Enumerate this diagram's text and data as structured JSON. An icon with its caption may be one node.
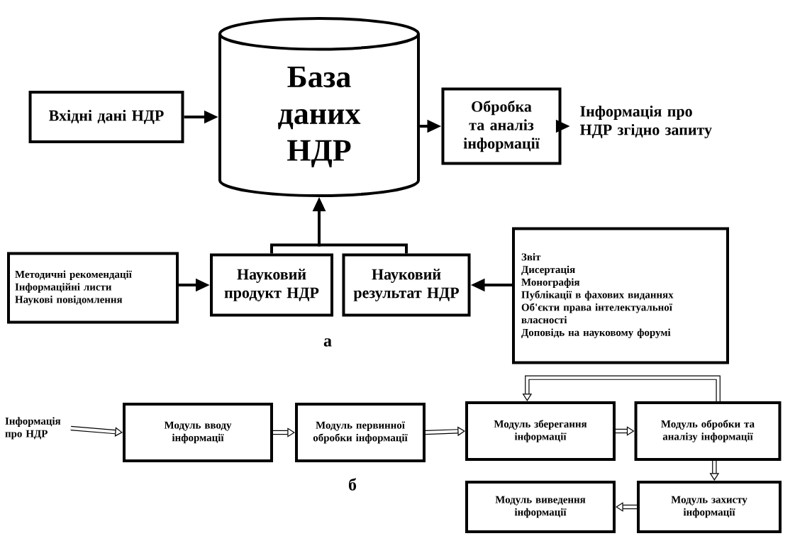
{
  "diagram": {
    "nodes": [
      {
        "text": [
          "Вхідні дані НДР"
        ]
      },
      {
        "text": [
          "База даних НДР"
        ]
      },
      {
        "text": [
          "Обробка та аналіз інформації"
        ]
      },
      {
        "text": [
          "Інформація про НДР згідно запиту"
        ]
      },
      {
        "text": [
          "Методичні рекомендації",
          "Інформаційні листи",
          "Наукові повідомлення"
        ]
      },
      {
        "text": [
          "Науковий продукт НДР"
        ]
      },
      {
        "text": [
          "Науковий результат НДР"
        ]
      },
      {
        "text": [
          "Звіт",
          "Дисертація",
          "Монографія",
          "Публікації в фахових виданнях",
          "Об'єкти права інтелектуальної власності",
          "Доповідь на науковому форумі"
        ]
      },
      {
        "text": [
          "Інформація про НДР"
        ]
      },
      {
        "text": [
          "Модуль вводу інформації"
        ]
      },
      {
        "text": [
          "Модуль первинної обробки інформації"
        ]
      },
      {
        "text": [
          "Модуль зберегання інформації"
        ]
      },
      {
        "text": [
          "Модуль обробки та аналізу інформації"
        ]
      },
      {
        "text": [
          "Модуль захисту інформації"
        ]
      },
      {
        "text": [
          "Модуль виведення інформації"
        ]
      }
    ],
    "edges": [
      {
        "from": 0,
        "to": 1,
        "arrow": "to"
      },
      {
        "from": 1,
        "to": 2,
        "arrow": "to"
      },
      {
        "from": 2,
        "to": 3,
        "arrow": "to"
      },
      {
        "from": 4,
        "to": 5,
        "arrow": "to"
      },
      {
        "from": 7,
        "to": 6,
        "arrow": "to"
      },
      {
        "from": 5,
        "to": 1,
        "arrow": "to"
      },
      {
        "from": 6,
        "to": 1,
        "arrow": "to"
      },
      {
        "from": 8,
        "to": 9,
        "arrow": "to"
      },
      {
        "from": 9,
        "to": 10,
        "arrow": "to"
      },
      {
        "from": 10,
        "to": 11,
        "arrow": "to"
      },
      {
        "from": 11,
        "to": 12,
        "arrow": "to"
      },
      {
        "from": 12,
        "to": 11,
        "arrow": "to"
      },
      {
        "from": 12,
        "to": 13,
        "arrow": "to"
      },
      {
        "from": 13,
        "to": 14,
        "arrow": "to"
      }
    ],
    "labels": [
      "а",
      "б"
    ]
  }
}
